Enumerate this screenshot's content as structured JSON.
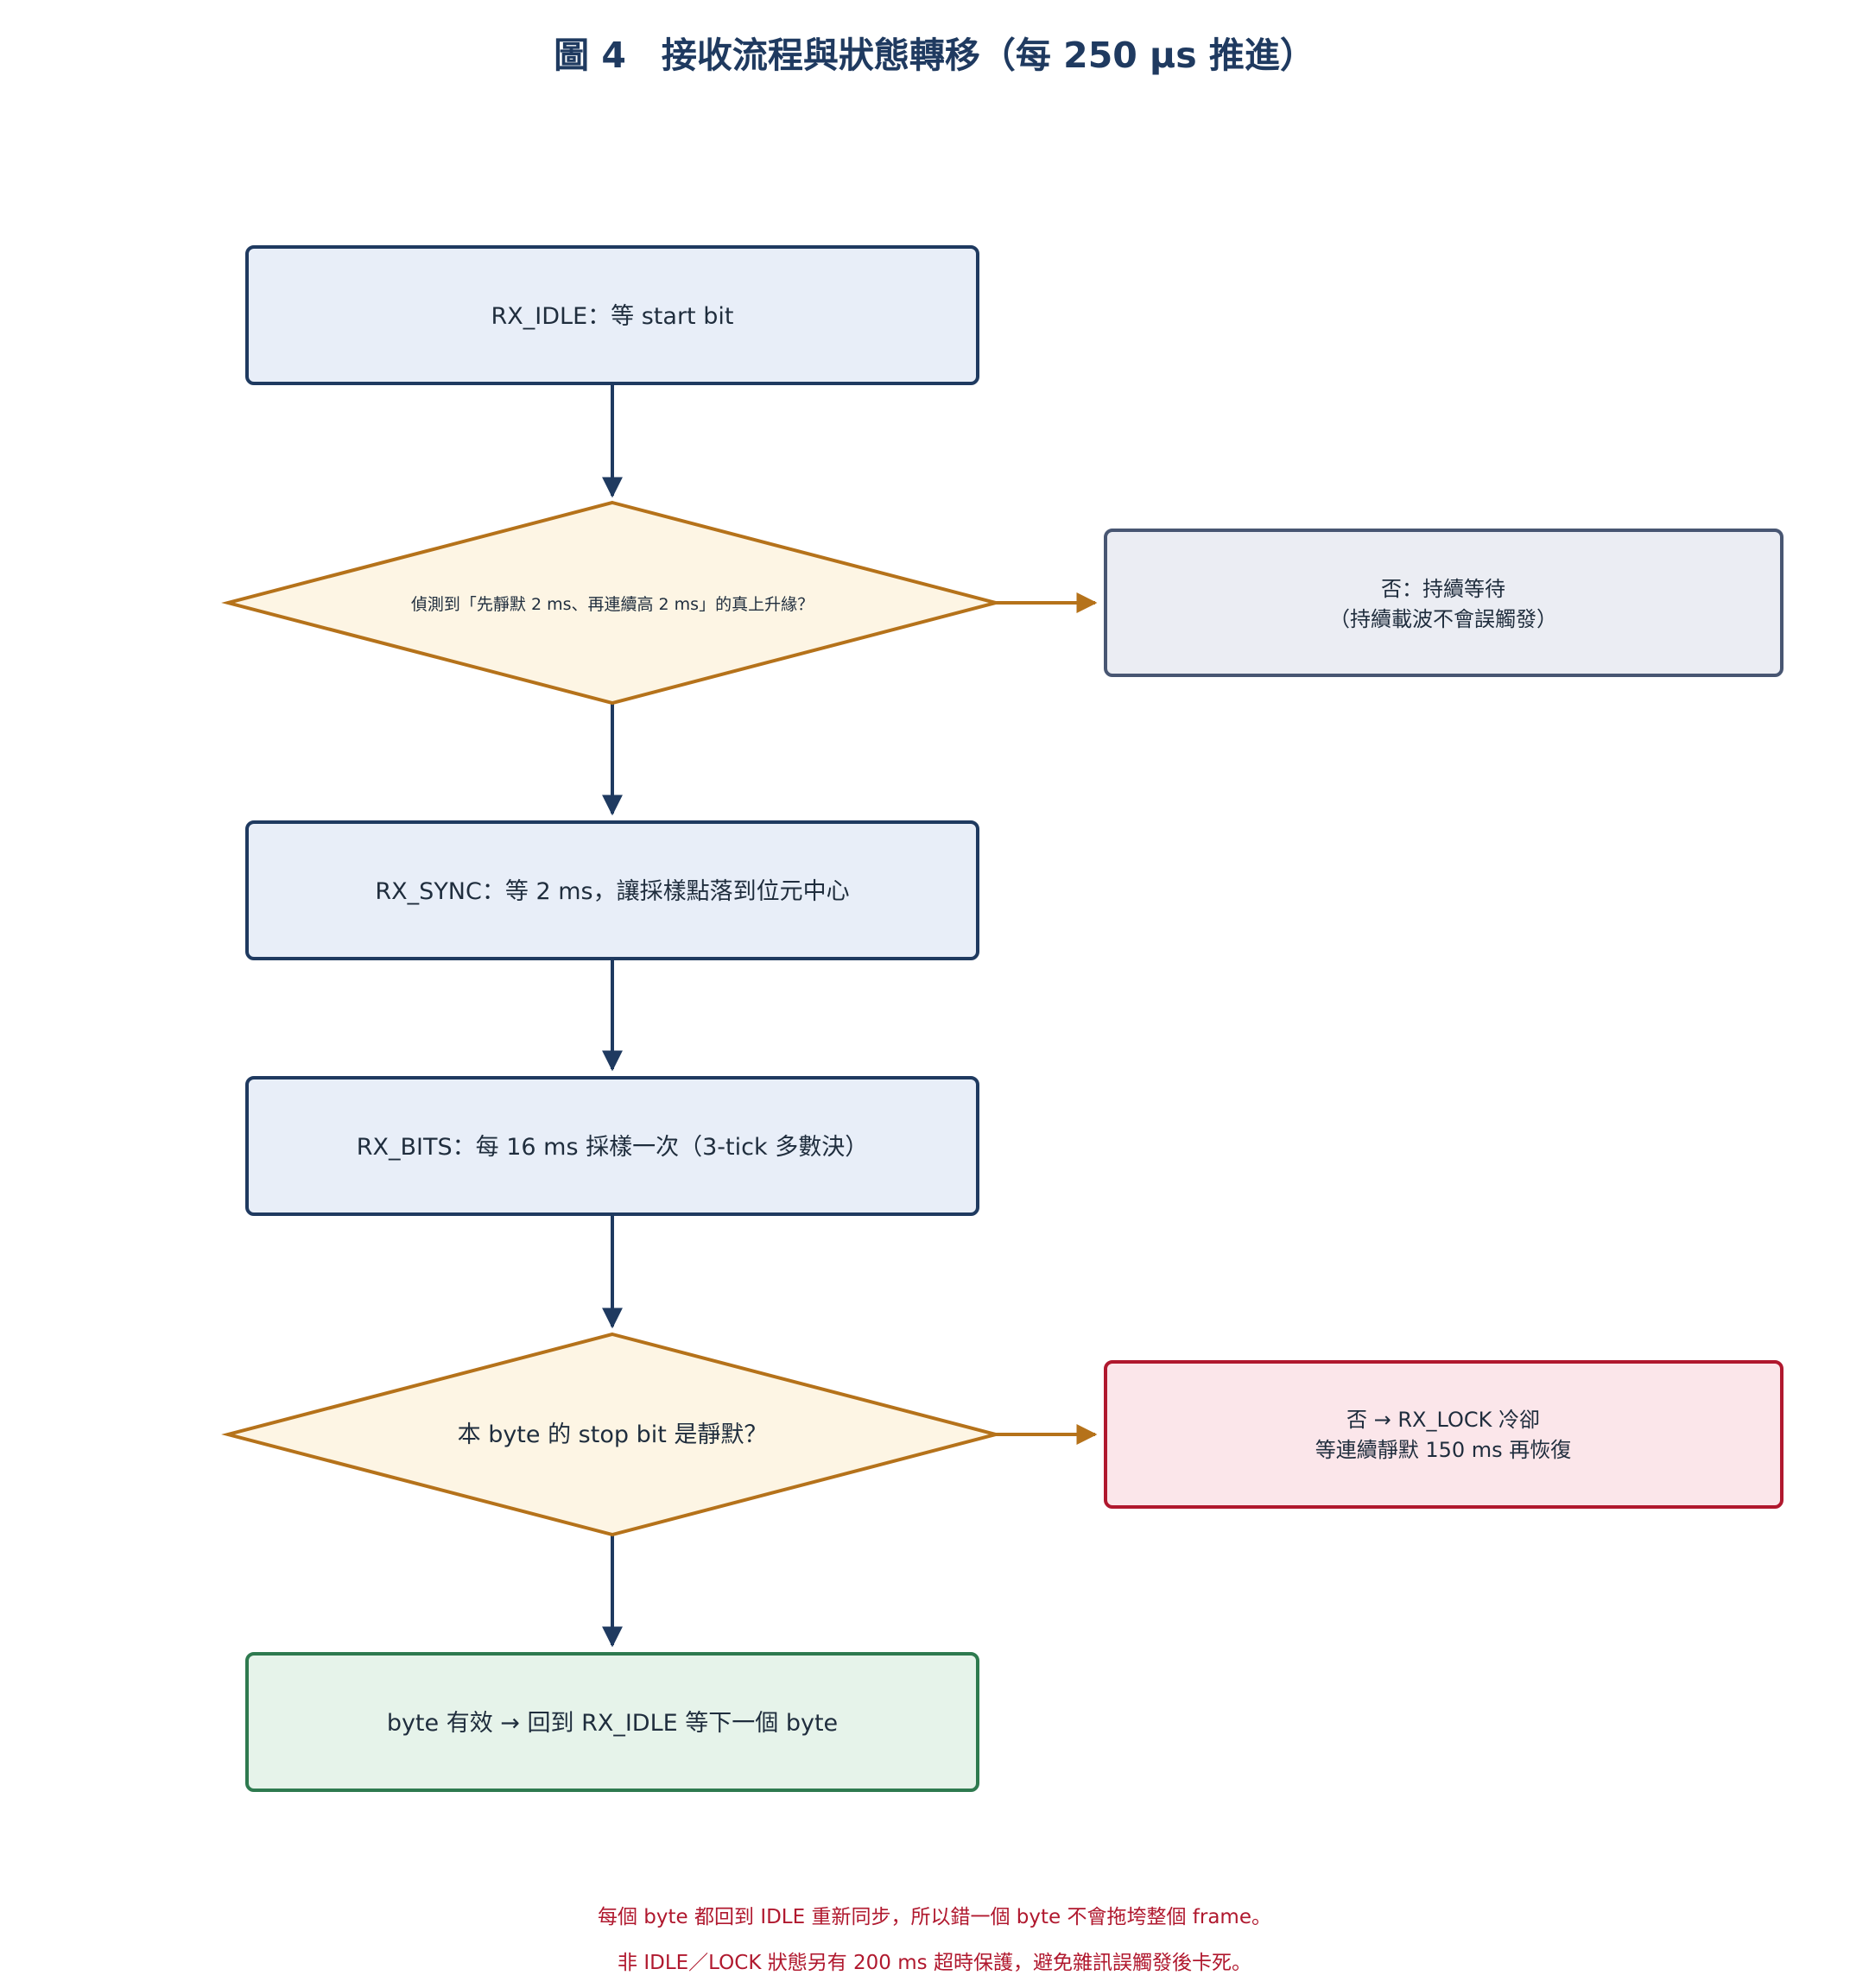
{
  "title": "圖 4　接收流程與狀態轉移（每 250 µs 推進）",
  "nodes": {
    "rx_idle": "RX_IDLE：等 start bit",
    "decision_sync": "偵測到「先靜默 2 ms、再連續高 2 ms」的真上升緣？",
    "wait_line1": "否：持續等待",
    "wait_line2": "（持續載波不會誤觸發）",
    "rx_sync": "RX_SYNC：等 2 ms，讓採樣點落到位元中心",
    "rx_bits": "RX_BITS：每 16 ms 採樣一次（3-tick 多數決）",
    "decision_stop": "本 byte 的 stop bit 是靜默？",
    "lock_line1": "否 → RX_LOCK 冷卻",
    "lock_line2": "等連續靜默 150 ms 再恢復",
    "valid": "byte 有效 → 回到 RX_IDLE 等下一個 byte"
  },
  "footnotes": [
    "每個 byte 都回到 IDLE 重新同步，所以錯一個 byte 不會拖垮整個 frame。",
    "非 IDLE／LOCK 狀態另有 200 ms 超時保護，避免雜訊誤觸發後卡死。"
  ],
  "colors": {
    "title": "#1f3a60",
    "state_fill": "#e8eef8",
    "state_stroke": "#1f3a60",
    "decision_fill": "#fdf5e4",
    "decision_stroke": "#b5721a",
    "wait_fill": "#ebedf3",
    "wait_stroke": "#485672",
    "lock_fill": "#fbe6ea",
    "lock_stroke": "#b0182e",
    "ok_fill": "#e6f3ea",
    "ok_stroke": "#2e7a4f",
    "arrow_main": "#1f3a60",
    "arrow_side": "#b5721a",
    "note": "#b0182e"
  }
}
